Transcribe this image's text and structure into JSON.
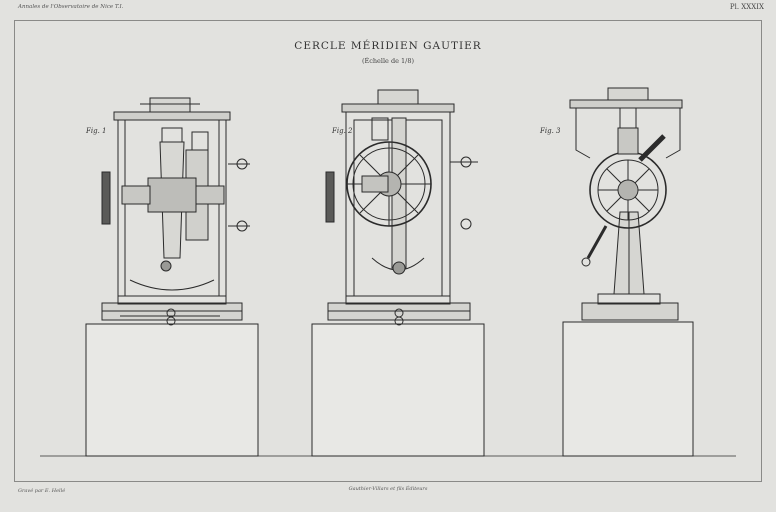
{
  "header": {
    "left": "Annales de l'Observatoire de Nice T.I.",
    "right": "Pl. XXXIX"
  },
  "title": "CERCLE MÉRIDIEN GAUTIER",
  "subtitle": "(Échelle de 1/8)",
  "figures": [
    {
      "label": "Fig. 1"
    },
    {
      "label": "Fig. 2"
    },
    {
      "label": "Fig. 3"
    }
  ],
  "footer": {
    "left": "Gravé par E. Hellé",
    "center": "Gauthier-Villars et fils Éditeurs"
  }
}
